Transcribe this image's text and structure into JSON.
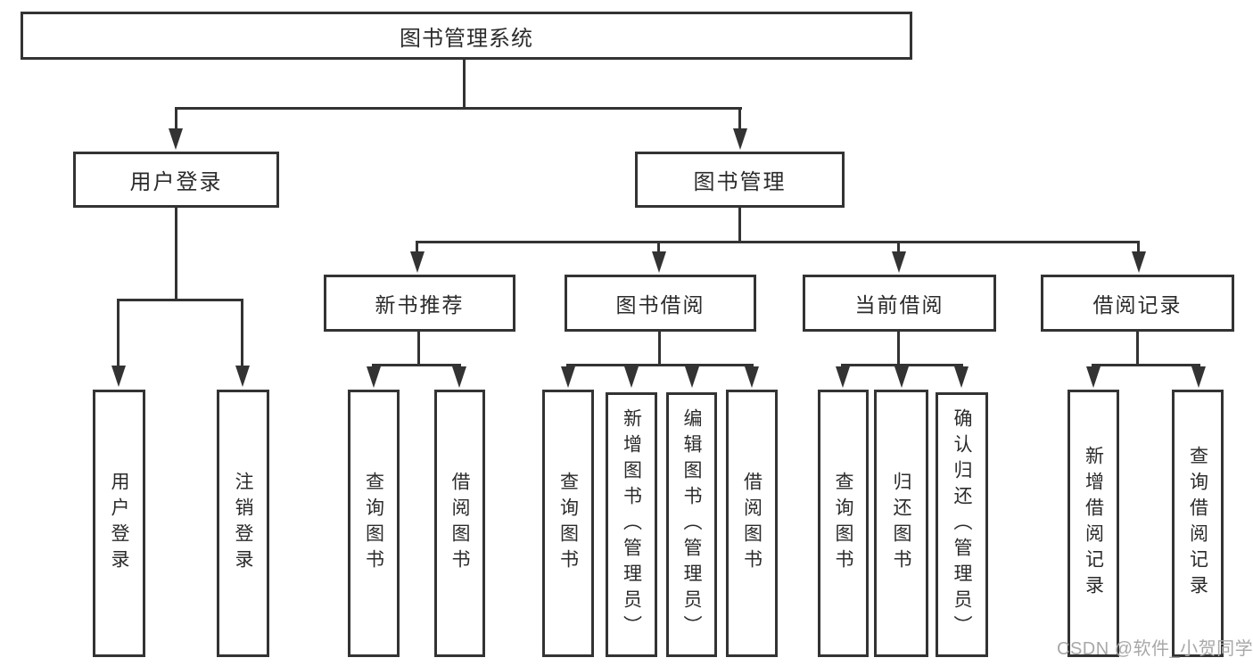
{
  "diagram": {
    "title": "图书管理系统",
    "level2": [
      {
        "id": "user-login",
        "label": "用户登录"
      },
      {
        "id": "book-management",
        "label": "图书管理"
      }
    ],
    "level3": [
      {
        "id": "new-book-recommend",
        "label": "新书推荐",
        "parent": "图书管理"
      },
      {
        "id": "book-borrowing",
        "label": "图书借阅",
        "parent": "图书管理"
      },
      {
        "id": "current-borrowing",
        "label": "当前借阅",
        "parent": "图书管理"
      },
      {
        "id": "borrowing-records",
        "label": "借阅记录",
        "parent": "图书管理"
      }
    ],
    "leaves": [
      {
        "label": "用户登录",
        "parent": "用户登录"
      },
      {
        "label": "注销登录",
        "parent": "用户登录"
      },
      {
        "label": "查询图书",
        "parent": "新书推荐"
      },
      {
        "label": "借阅图书",
        "parent": "新书推荐"
      },
      {
        "label": "查询图书",
        "parent": "图书借阅"
      },
      {
        "label": "新增图书（管理员）",
        "parent": "图书借阅"
      },
      {
        "label": "编辑图书（管理员）",
        "parent": "图书借阅"
      },
      {
        "label": "借阅图书",
        "parent": "图书借阅"
      },
      {
        "label": "查询图书",
        "parent": "当前借阅"
      },
      {
        "label": "归还图书",
        "parent": "当前借阅"
      },
      {
        "label": "确认归还（管理员）",
        "parent": "当前借阅"
      },
      {
        "label": "新增借阅记录",
        "parent": "借阅记录"
      },
      {
        "label": "查询借阅记录",
        "parent": "借阅记录"
      }
    ],
    "watermark": "CSDN @软件_小贺同学",
    "colors": {
      "line": "#333333",
      "text": "#2b2b2b",
      "watermark": "#a8a8a8",
      "background": "#ffffff"
    }
  }
}
